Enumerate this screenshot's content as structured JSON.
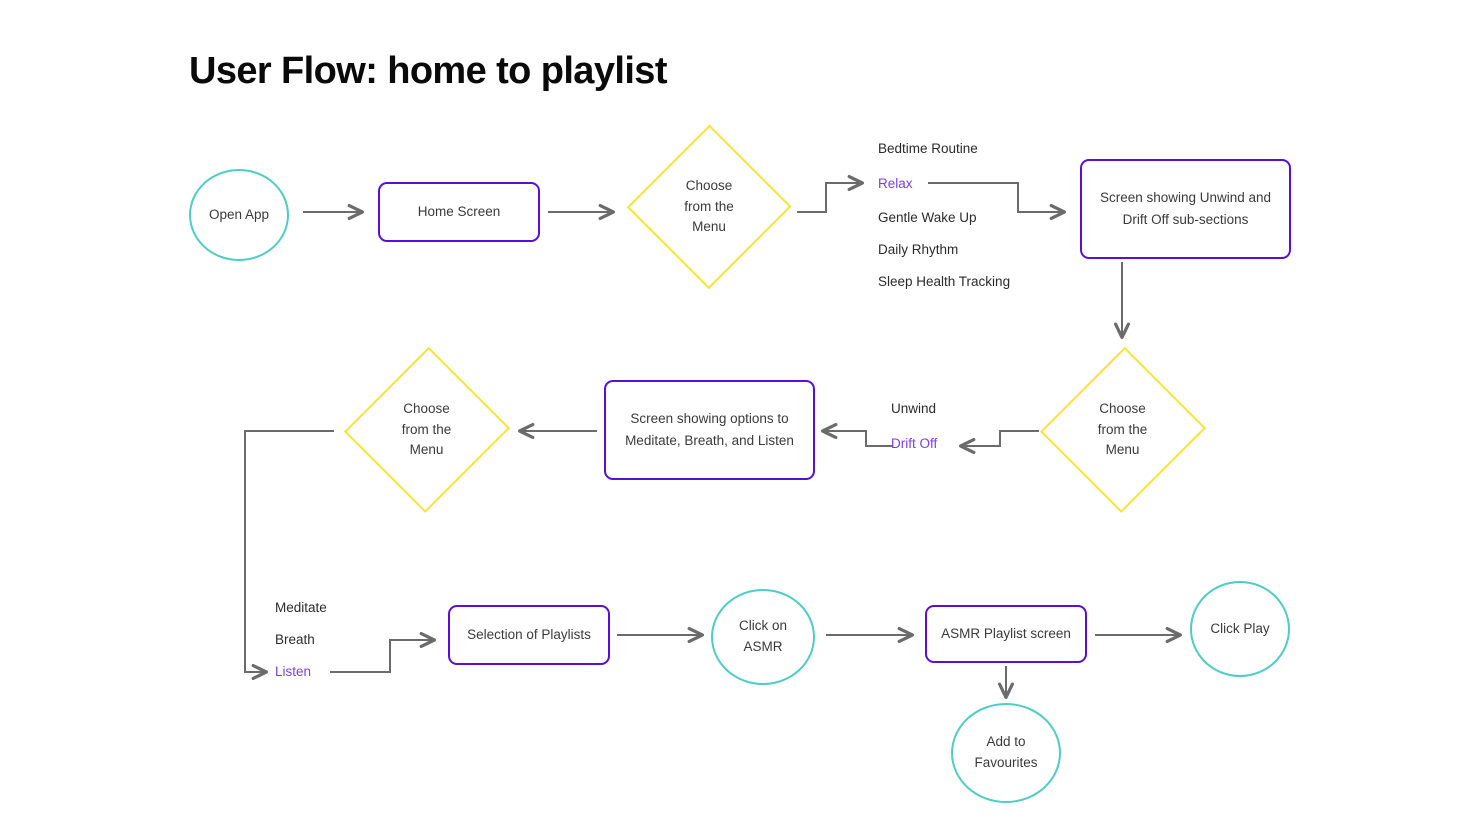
{
  "page": {
    "title": "User Flow: home to playlist",
    "background": "#ffffff"
  },
  "colors": {
    "circle_stroke": "#4ecdc4",
    "rect_stroke": "#5a0fd6",
    "diamond_stroke": "#f9e436",
    "connector": "#6b6b6b",
    "text": "#2b2b2b",
    "accent_text": "#7b3fe4",
    "title_text": "#0a0a0a"
  },
  "nodes": {
    "open_app": "Open App",
    "home_screen": "Home Screen",
    "choose_menu_1": "Choose\nfrom the\nMenu",
    "unwind_drift_screen": "Screen showing Unwind and\nDrift Off sub-sections",
    "choose_menu_2": "Choose\nfrom the\nMenu",
    "meditate_screen": "Screen showing options to\nMeditate, Breath, and Listen",
    "choose_menu_3": "Choose\nfrom the\nMenu",
    "selection_playlists": "Selection of Playlists",
    "click_asmr": "Click on\nASMR",
    "asmr_playlist_screen": "ASMR Playlist screen",
    "click_play": "Click Play",
    "add_favourites": "Add to\nFavourites"
  },
  "menus": {
    "main_menu": {
      "items": [
        {
          "label": "Bedtime Routine",
          "selected": false
        },
        {
          "label": "Relax",
          "selected": true
        },
        {
          "label": "Gentle Wake Up",
          "selected": false
        },
        {
          "label": "Daily Rhythm",
          "selected": false
        },
        {
          "label": "Sleep Health Tracking",
          "selected": false
        }
      ]
    },
    "relax_submenu": {
      "items": [
        {
          "label": "Unwind",
          "selected": false
        },
        {
          "label": "Drift Off",
          "selected": true
        }
      ]
    },
    "drift_off_submenu": {
      "items": [
        {
          "label": "Meditate",
          "selected": false
        },
        {
          "label": "Breath",
          "selected": false
        },
        {
          "label": "Listen",
          "selected": true
        }
      ]
    }
  }
}
